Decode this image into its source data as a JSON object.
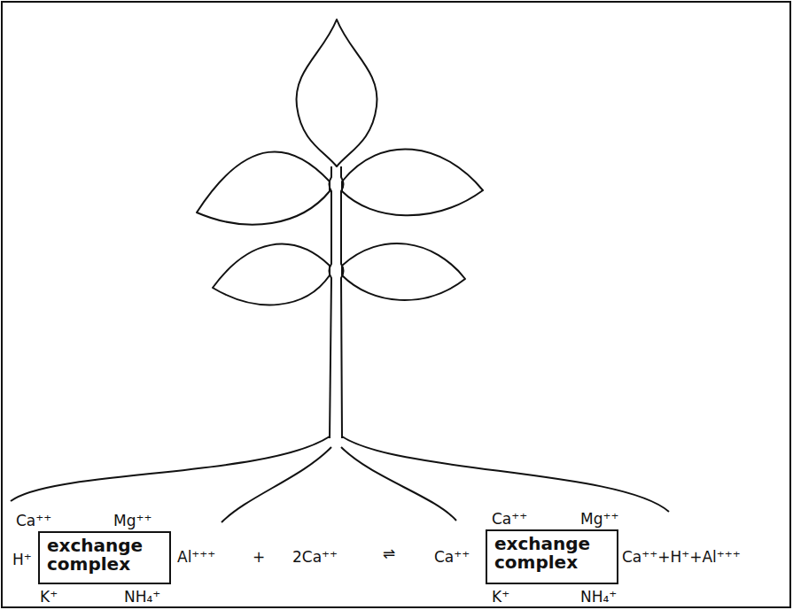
{
  "diagram": {
    "nodes": [
      {
        "text": [
          "exchange complex"
        ]
      },
      {
        "text": [
          "exchange complex"
        ]
      }
    ],
    "labels": [
      "Ca⁺⁺",
      "Mg⁺⁺",
      "H⁺",
      "Al⁺⁺⁺",
      "K⁺",
      "NH₄⁺",
      "+",
      "2Ca⁺⁺",
      "⇌",
      "Ca⁺⁺",
      "Mg⁺⁺",
      "Ca⁺⁺",
      "Ca⁺⁺+H⁺+Al⁺⁺⁺",
      "K⁺",
      "NH₄⁺"
    ]
  }
}
